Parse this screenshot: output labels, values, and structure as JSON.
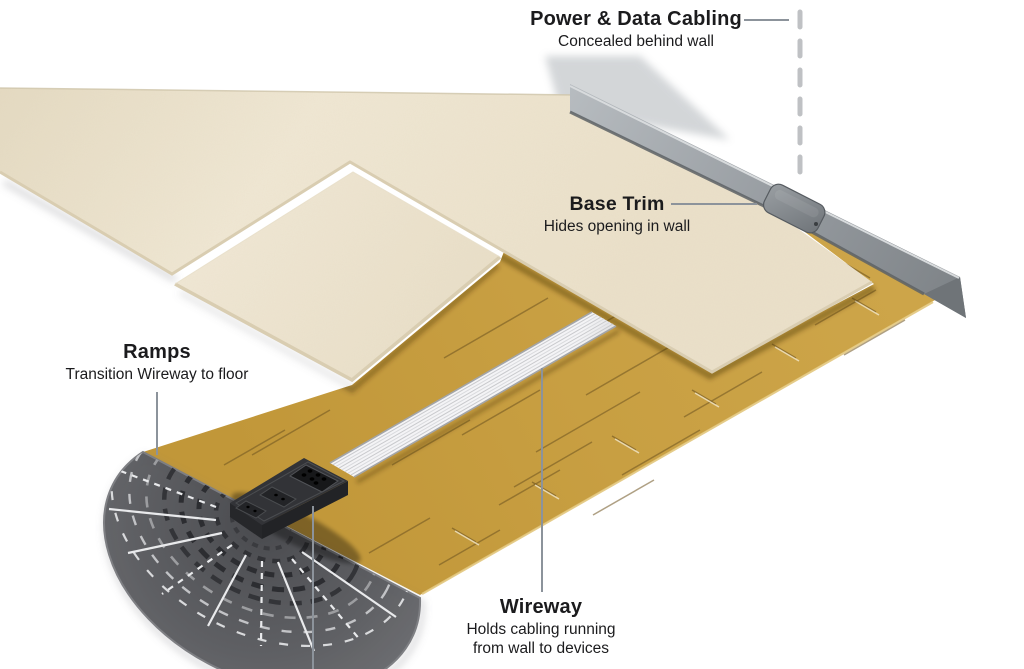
{
  "labels": {
    "power": {
      "title": "Power & Data Cabling",
      "subtitle": "Concealed behind wall"
    },
    "base_trim": {
      "title": "Base Trim",
      "subtitle": "Hides opening in wall"
    },
    "ramps": {
      "title": "Ramps",
      "subtitle": "Transition Wireway to floor"
    },
    "wireway": {
      "title": "Wireway",
      "subtitle_line1": "Holds cabling running",
      "subtitle_line2": "from wall to devices"
    }
  },
  "colors": {
    "ink": "#1b1b1d",
    "leader": "#8c939b",
    "dash": "#bfc1c4",
    "carpet": "#ece3ce",
    "carpetLight": "#f2ebdb",
    "carpetEdge": "#d9cdb1",
    "tile": "#efe7d5",
    "band": "#c9a044",
    "bandLight": "#d5ad52",
    "bandDark": "#ab842f",
    "seam": "#6e5420",
    "edgeHighlight": "#e3c77e",
    "baseboard": "#9aa0a5",
    "baseboardLight": "#b7bcc0",
    "baseboardDark": "#787d81",
    "baseboardLip": "#5d6165",
    "trim": "#82878c",
    "ramp": "#56575b",
    "rampDark": "#2c2d31",
    "rampMid": "#9c9da0",
    "rampLight": "#e9eaec",
    "wire": "#efeff1",
    "wireLine": "#c8c9cc",
    "wireEdge": "#a3a5a8",
    "device": "#323337",
    "deviceSide": "#222326",
    "deviceDark": "#17181a"
  }
}
